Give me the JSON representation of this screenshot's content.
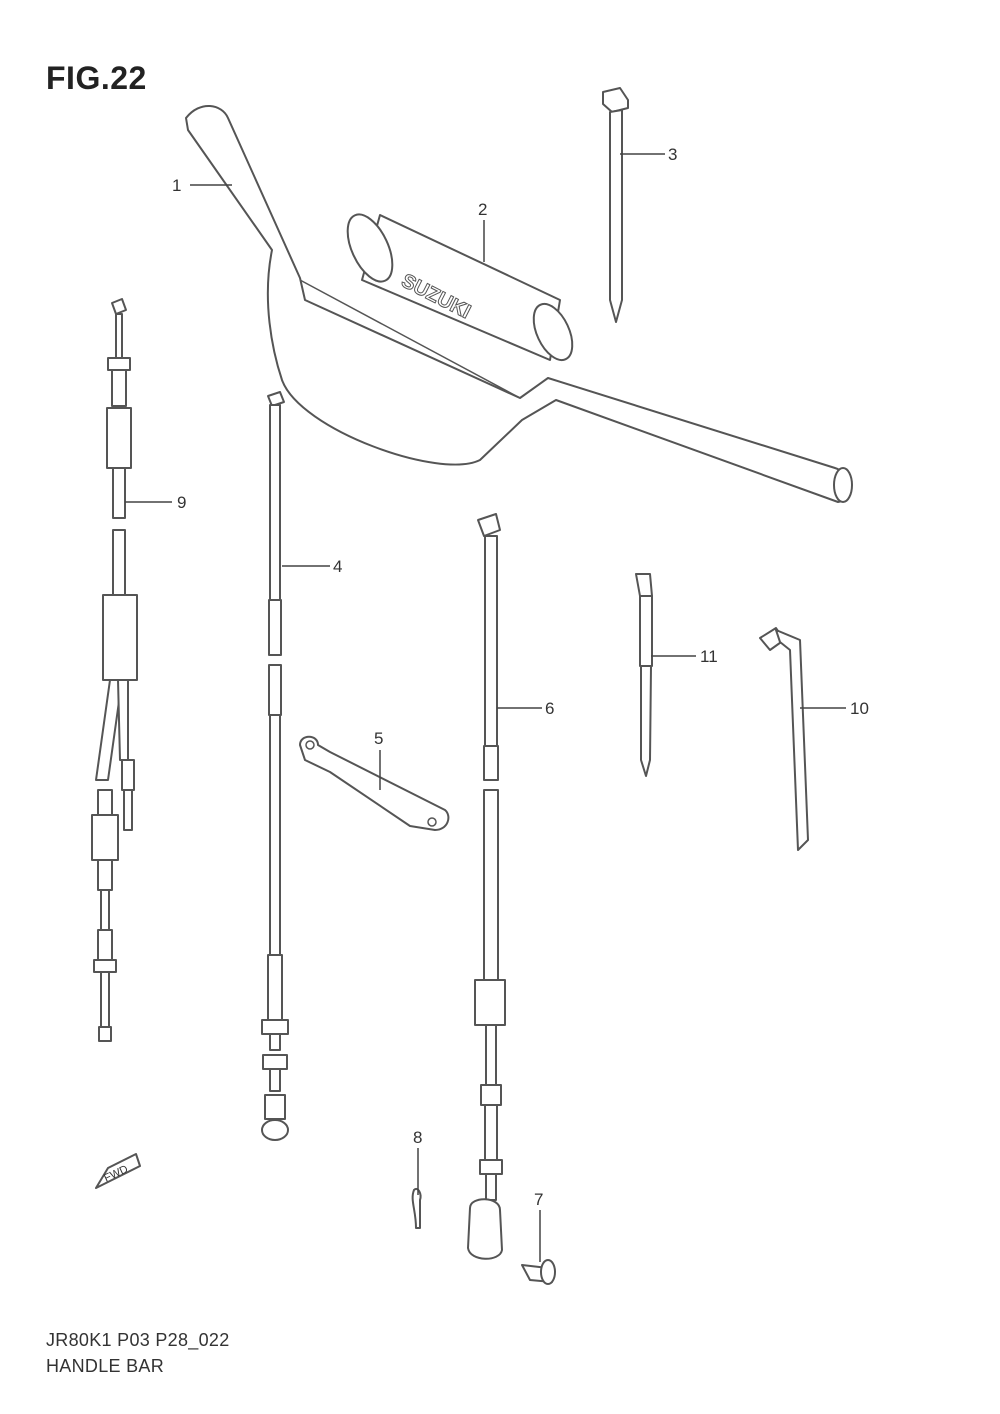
{
  "figure": {
    "title": "FIG.22"
  },
  "footer": {
    "code": "JR80K1 P03 P28_022",
    "name": "HANDLE BAR"
  },
  "pad_brand": "SUZUKI",
  "fwd_label": "FWD",
  "callouts": [
    "1",
    "2",
    "3",
    "4",
    "5",
    "6",
    "7",
    "8",
    "9",
    "10",
    "11"
  ]
}
